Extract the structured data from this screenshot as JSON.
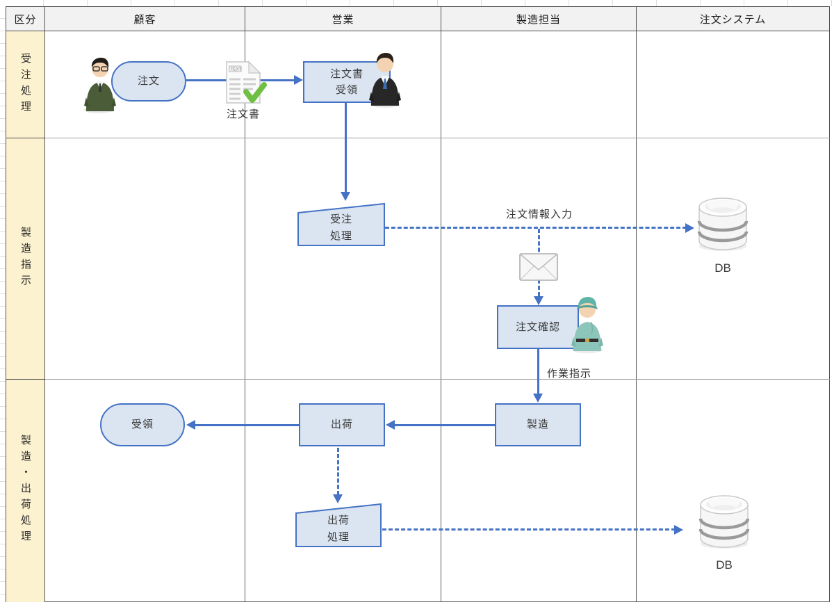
{
  "header": {
    "columns": [
      "区分",
      "顧客",
      "営業",
      "製造担当",
      "注文システム"
    ]
  },
  "lanes": [
    {
      "label": "受注処理"
    },
    {
      "label": "製造指示"
    },
    {
      "label": "製造・出荷処理"
    }
  ],
  "flow": {
    "order": {
      "label": "注文"
    },
    "order_document": {
      "label": "注文書"
    },
    "order_receipt": {
      "line1": "注文書",
      "line2": "受領"
    },
    "order_processing": {
      "line1": "受注",
      "line2": "処理"
    },
    "order_confirm": {
      "label": "注文確認"
    },
    "manufacture": {
      "label": "製造"
    },
    "ship": {
      "label": "出荷"
    },
    "receive": {
      "label": "受領"
    },
    "shipping_processing": {
      "line1": "出荷",
      "line2": "処理"
    },
    "db_top": {
      "label": "DB"
    },
    "db_bottom": {
      "label": "DB"
    }
  },
  "edges": {
    "order_info_input": "注文情報入力",
    "work_instruction": "作業指示"
  },
  "icons": {
    "customer_avatar": "person-customer-icon",
    "sales_avatar": "person-sales-icon",
    "worker_avatar": "person-worker-icon",
    "order_document": "document-check-icon",
    "mail": "envelope-icon",
    "database_top": "database-cylinder-icon",
    "database_bottom": "database-cylinder-icon"
  },
  "colors": {
    "shape_fill": "#dbe5f2",
    "shape_border": "#4472c4",
    "arrow": "#4472c4",
    "header_fill": "#f2f2f2",
    "sidebar_fill": "#fdf2d0",
    "table_border": "#4f4f4f",
    "lane_divider": "#9f9f9f",
    "text": "#333333",
    "check_green": "#6fbf44"
  }
}
